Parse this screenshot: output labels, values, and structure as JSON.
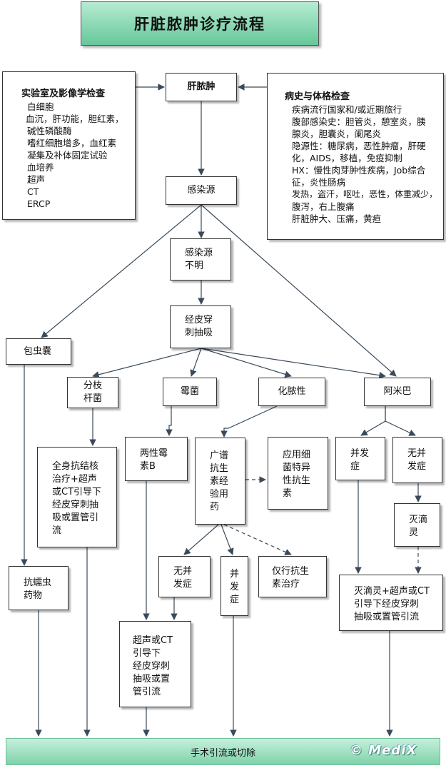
{
  "title": "肝脏脓肿诊疗流程",
  "nodes": {
    "center": "肝脓肿",
    "lab": {
      "heading": "实验室及影像学检查",
      "lines": [
        "白细胞",
        "血沉，肝功能，胆红素，",
        "碱性磷酸酶",
        "嗜红细胞增多，血红素",
        "凝集及补体固定试验",
        "血培养",
        "超声",
        "CT",
        "ERCP"
      ]
    },
    "history": {
      "heading": "病史与体格检查",
      "lines": [
        "疾病流行国家和/或近期旅行",
        "腹部感染史：胆管炎，憩室炎，胰",
        "腺炎，胆囊炎，阑尾炎",
        "隐源性：糖尿病，恶性肿瘤，肝硬",
        "化，AIDS，移植，免疫抑制",
        "HX：慢性肉芽肿性疾病，Job综合",
        "征，炎性肠病",
        "发热，盗汗，呕吐，恶性，体重减少，",
        "腹泻，右上腹痛",
        "肝脏肿大、压痛，黄疸"
      ]
    },
    "infection_source": "感染源",
    "unknown_source": "感染源\n不明",
    "puncture": "经皮穿\n刺抽吸",
    "hydatid": "包虫囊",
    "branched": "分枝\n杆菌",
    "fungus": "霉菌",
    "pyogenic": "化脓性",
    "amoeba": "阿米巴",
    "anti_tb": "全身抗结核\n治疗+超声\n或CT引导下\n经皮穿刺抽\n吸或置管引\n流",
    "amphotericin": "两性霉\n素B",
    "broad_abx": "广谱\n抗生\n素经\n验用\n药",
    "specific_abx": "应用细\n菌特异\n性抗生\n素",
    "amoeba_complicated": "并发\n症",
    "amoeba_uncomplicated": "无并\n发症",
    "metronidazole": "灭滴\n灵",
    "anti_parasite": "抗蠕虫\n药物",
    "pyo_uncomplicated": "无并\n发症",
    "pyo_complicated": "并\n发\n症",
    "abx_only": "仅行抗生\n素治疗",
    "ultrasound_drain": "超声或CT\n引导下\n经皮穿刺\n抽吸或置\n管引流",
    "metro_drain": "灭滴灵+超声或CT\n引导下经皮穿刺\n抽吸或置管引流"
  },
  "bottom": "手术引流或切除",
  "logo": "© MediX",
  "colors": {
    "title_bg": "#7fd2aa",
    "bar_bg": "#a6e3c5",
    "arrow": "#3a4a5a"
  }
}
